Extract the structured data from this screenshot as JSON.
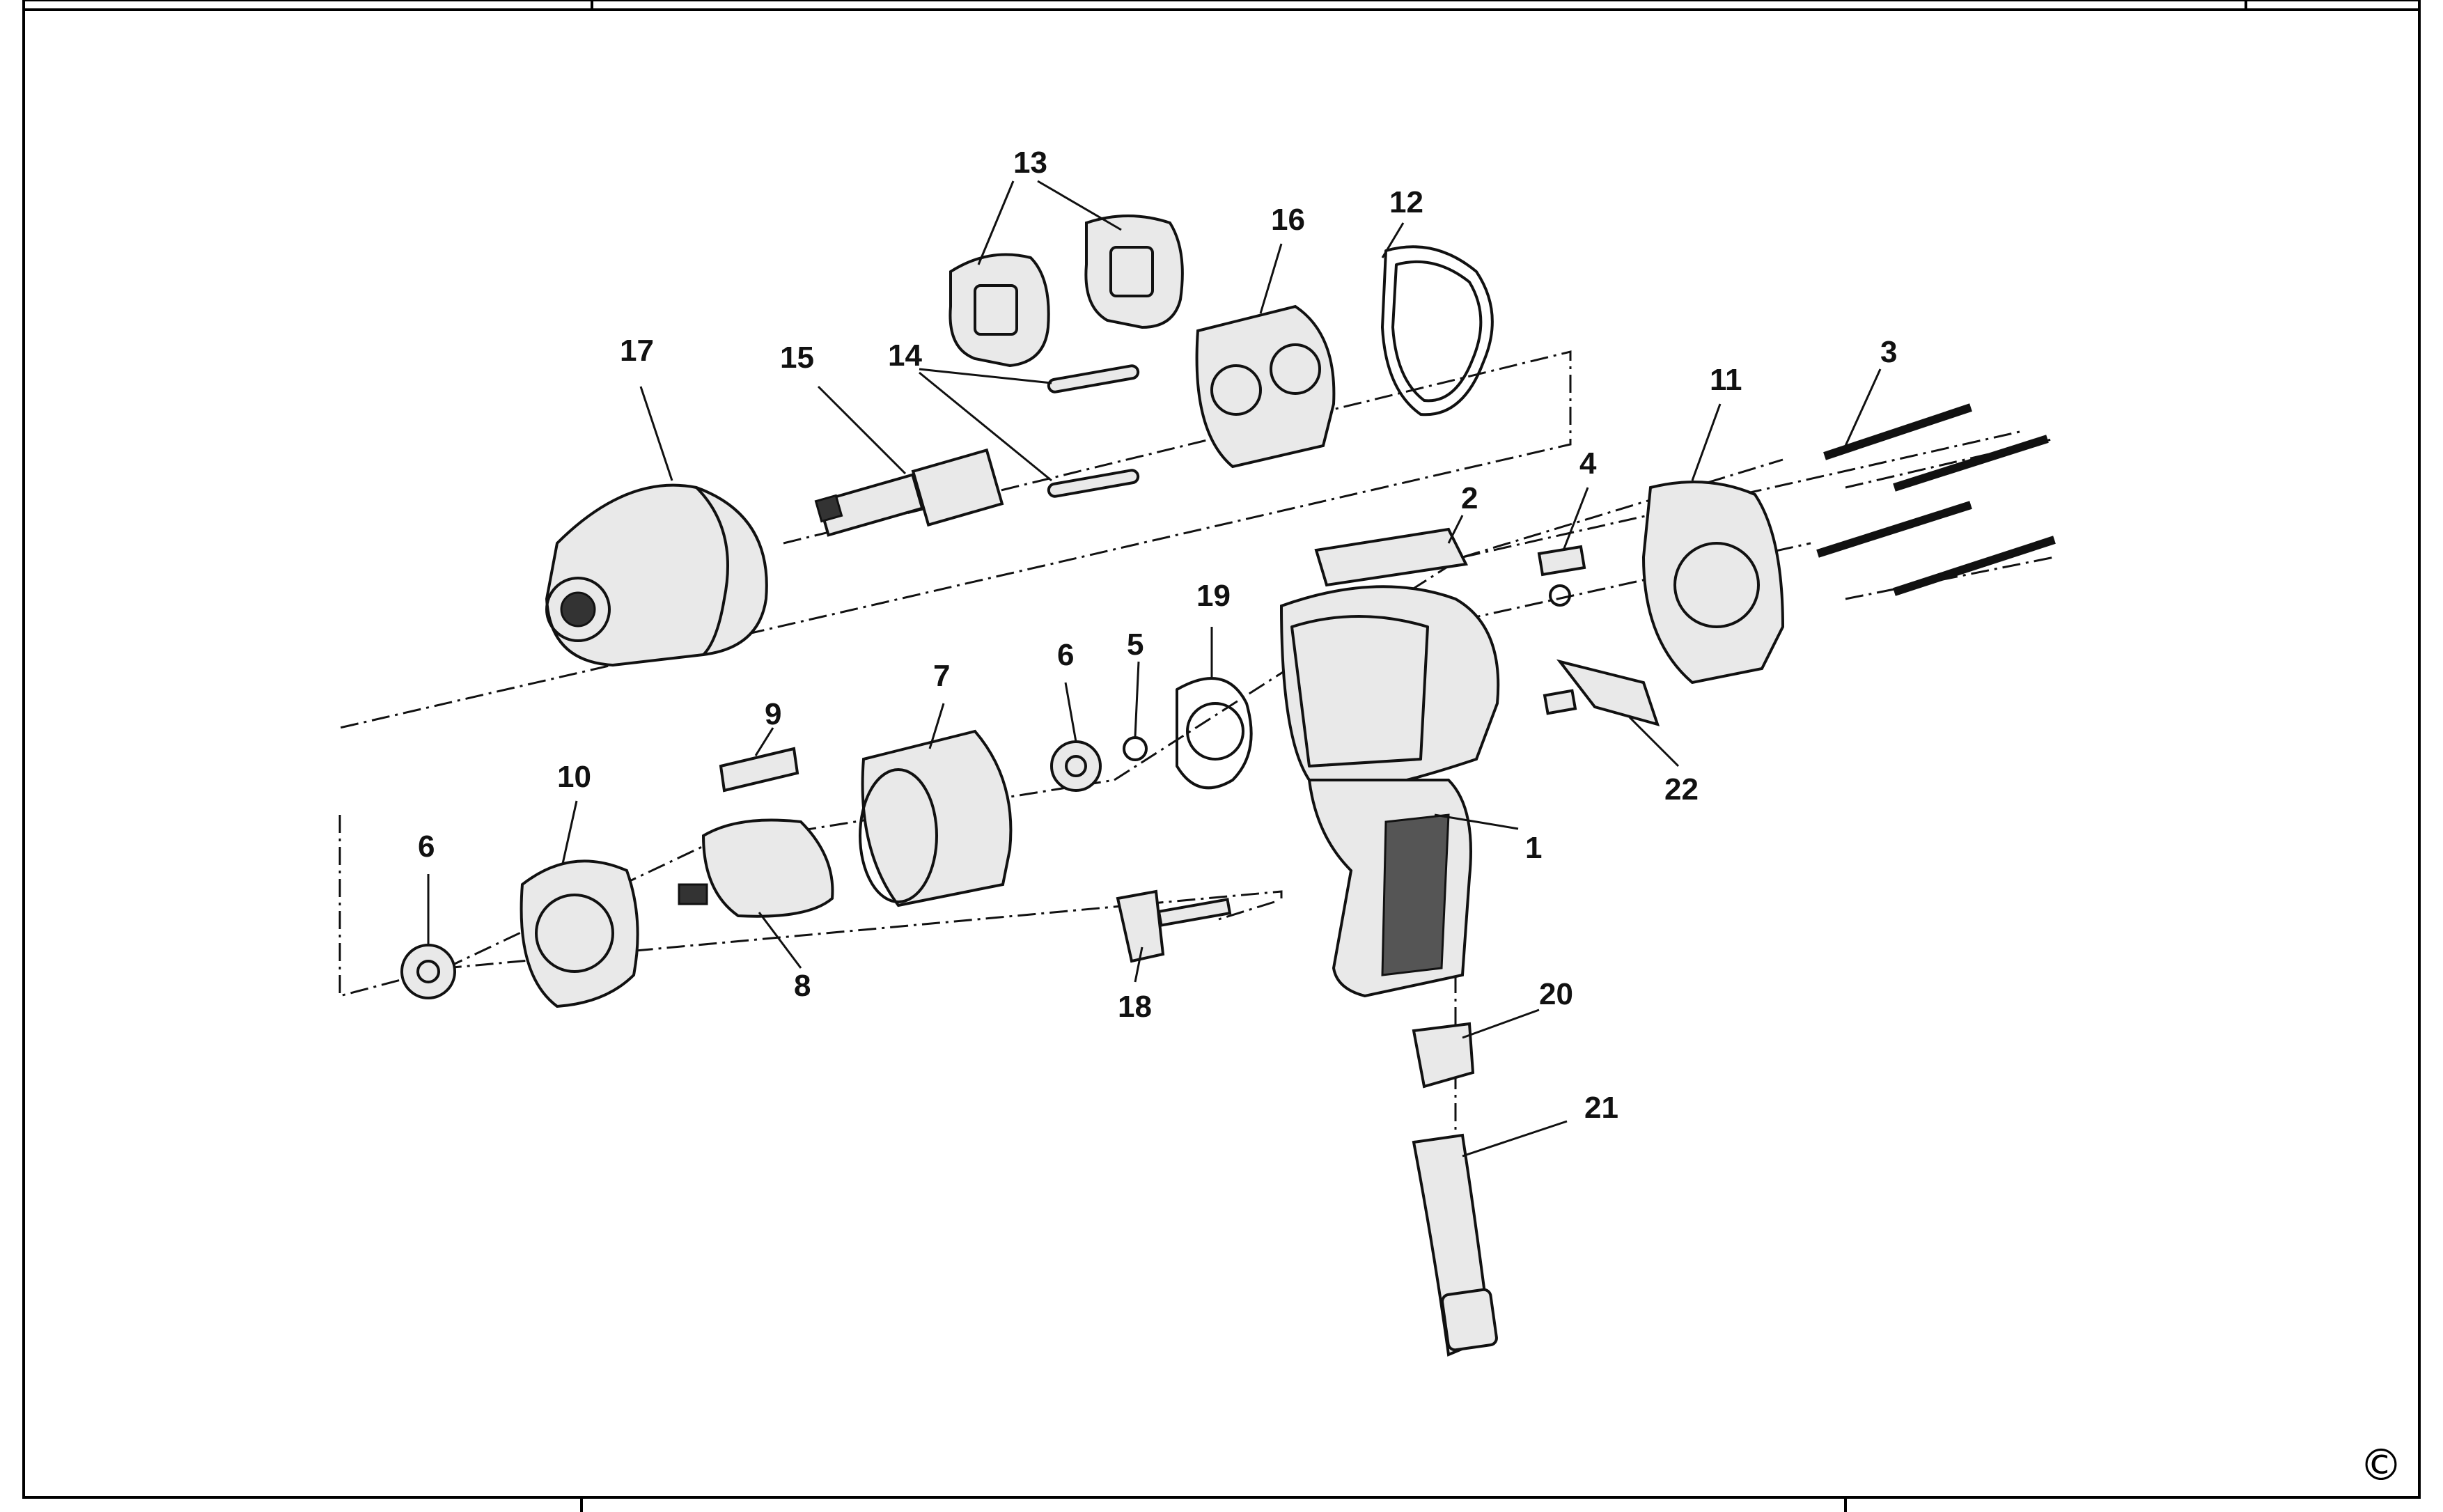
{
  "diagram": {
    "callouts": [
      "1",
      "2",
      "3",
      "4",
      "5",
      "6",
      "6",
      "7",
      "8",
      "9",
      "10",
      "11",
      "12",
      "13",
      "14",
      "15",
      "16",
      "17",
      "18",
      "19",
      "20",
      "21",
      "22"
    ],
    "copyright": "©"
  }
}
